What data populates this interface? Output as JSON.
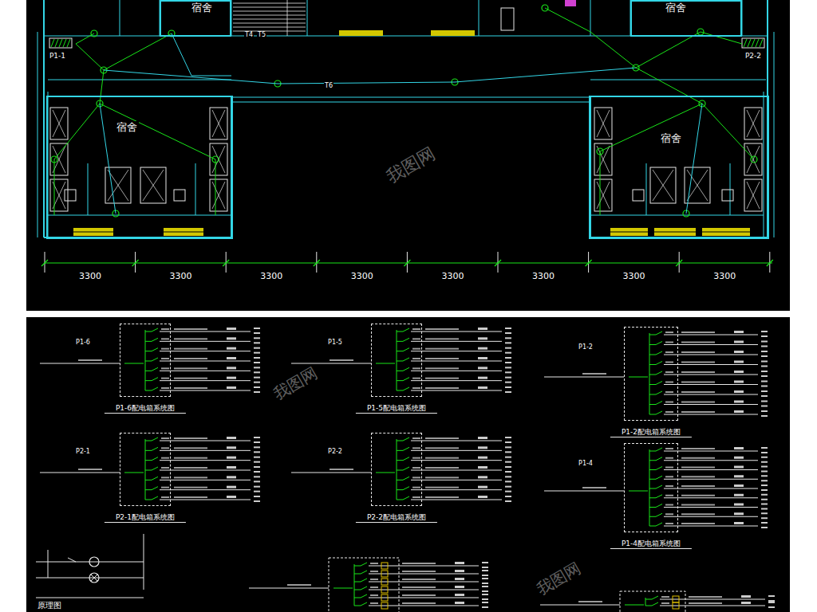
{
  "diagram": {
    "nodes": [
      {
        "text": [
          "宿舍"
        ]
      },
      {
        "text": [
          "宿舍"
        ]
      },
      {
        "text": [
          "宿舍"
        ]
      },
      {
        "text": [
          "宿舍"
        ]
      },
      {
        "text": [
          "P1-6配电箱系统图"
        ]
      },
      {
        "text": [
          "P1-5配电箱系统图"
        ]
      },
      {
        "text": [
          "P1-2配电箱系统图"
        ]
      },
      {
        "text": [
          "P2-1配电箱系统图"
        ]
      },
      {
        "text": [
          "P2-2配电箱系统图"
        ]
      },
      {
        "text": [
          "P1-4配电箱系统图"
        ]
      }
    ],
    "labels": [
      "3300",
      "3300",
      "3300",
      "3300",
      "3300",
      "3300",
      "3300",
      "3300",
      "P1-1",
      "P2-2",
      "T6",
      "T4",
      "T5",
      "P1-6",
      "P1-5",
      "P1-2",
      "P2-1",
      "P2-2",
      "P1-4",
      "我图网",
      "我图网",
      "我图网",
      "原理图"
    ]
  }
}
